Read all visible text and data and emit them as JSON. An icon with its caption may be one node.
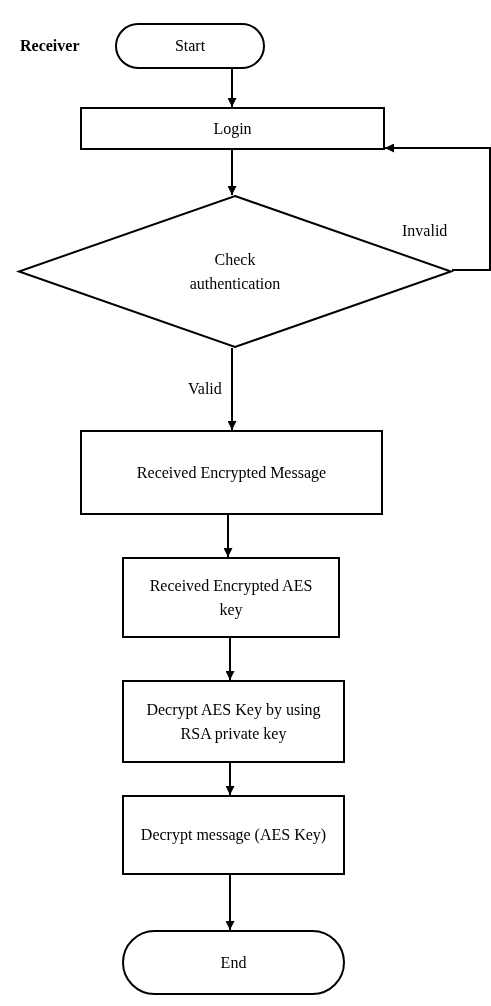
{
  "diagram": {
    "nodes": [
      {
        "text": [
          "Start"
        ]
      },
      {
        "text": [
          "Login"
        ]
      },
      {
        "text": [
          "Check authentication"
        ]
      },
      {
        "text": [
          "Received Encrypted Message"
        ]
      },
      {
        "text": [
          "Received Encrypted AES key"
        ]
      },
      {
        "text": [
          "Decrypt AES Key by using RSA private key"
        ]
      },
      {
        "text": [
          "Decrypt message (AES Key)"
        ]
      },
      {
        "text": [
          "End"
        ]
      }
    ],
    "edges": [
      {
        "from": 0,
        "to": 1,
        "arrow": "to"
      },
      {
        "from": 1,
        "to": 2,
        "arrow": "to"
      },
      {
        "from": 2,
        "to": 3,
        "arrow": "to",
        "label": "Valid"
      },
      {
        "from": 3,
        "to": 4,
        "arrow": "to"
      },
      {
        "from": 4,
        "to": 5,
        "arrow": "to"
      },
      {
        "from": 5,
        "to": 6,
        "arrow": "to"
      },
      {
        "from": 6,
        "to": 7,
        "arrow": "to"
      },
      {
        "from": 2,
        "to": 1,
        "arrow": "to",
        "label": "Invalid"
      }
    ],
    "labels": [
      "Receiver"
    ]
  }
}
